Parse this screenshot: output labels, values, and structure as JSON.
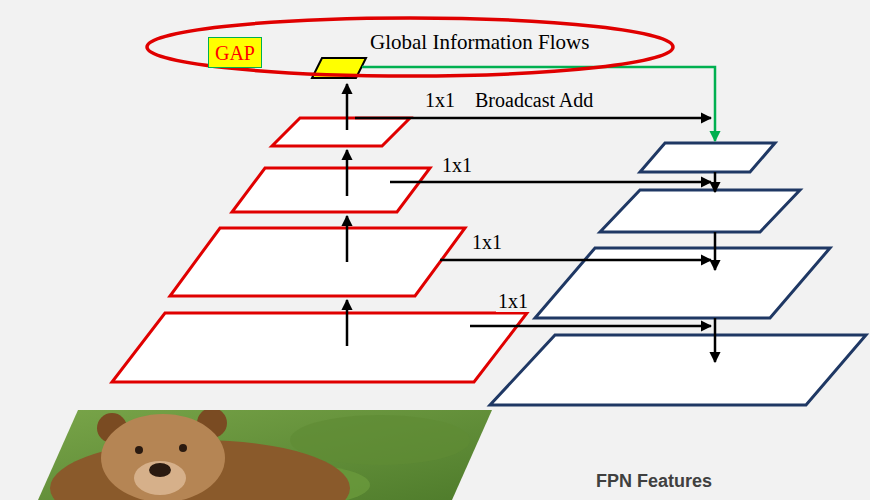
{
  "diagram": {
    "nodes": [
      {
        "text": [
          "Global Information Flows"
        ]
      },
      {
        "text": [
          "GAP"
        ],
        "in": 0
      }
    ],
    "labels": [
      "1x1",
      "Broadcast Add",
      "1x1",
      "1x1",
      "1x1",
      "FPN Features"
    ]
  }
}
